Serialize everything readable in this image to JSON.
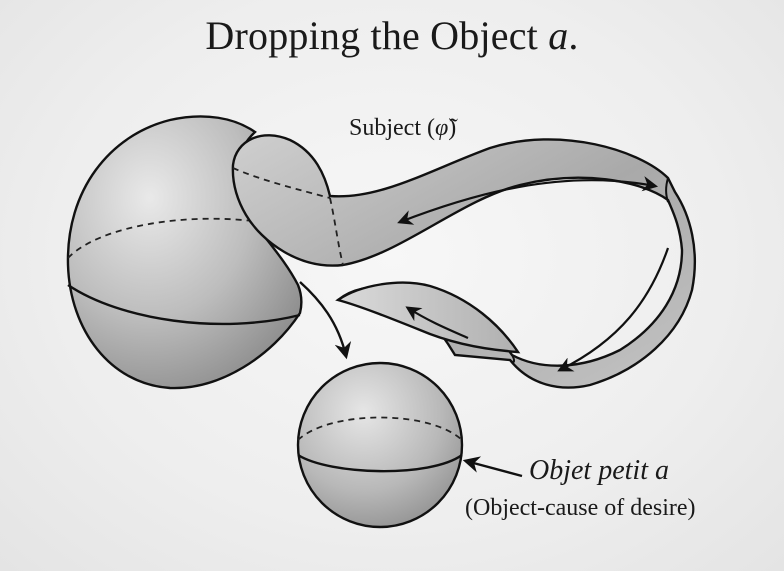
{
  "title": {
    "main": "Dropping the Object ",
    "italic": "a",
    "end": "."
  },
  "labels": {
    "subject_prefix": "Subject (",
    "subject_symbol": "φ̃",
    "subject_suffix": ")",
    "objet": "Objet petit a",
    "cause": "(Object-cause of desire)"
  },
  "colors": {
    "background": "#ededed",
    "ink": "#1a1a1a",
    "surface_light": "#e6e6e6",
    "surface_dark": "#8f8f8f"
  }
}
